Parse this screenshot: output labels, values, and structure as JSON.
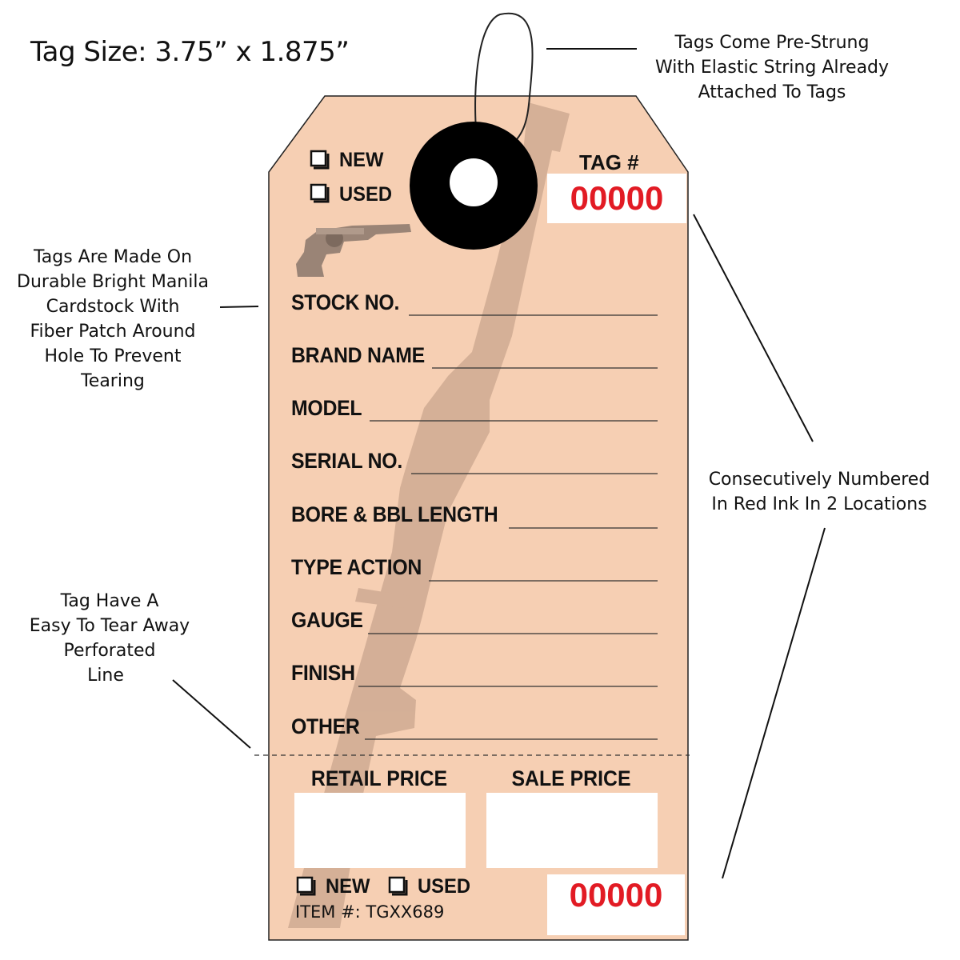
{
  "header": {
    "tag_size": "Tag Size: 3.75” x 1.875”"
  },
  "callouts": {
    "string": [
      "Tags Come Pre-Strung",
      "With Elastic String Already",
      "Attached To Tags"
    ],
    "cardstock": [
      "Tags Are Made On",
      "Durable Bright Manila",
      "Cardstock With",
      "Fiber Patch Around",
      "Hole To Prevent",
      "Tearing"
    ],
    "perforation": [
      "Tag Have A",
      "Easy To Tear Away",
      "Perforated",
      "Line"
    ],
    "numbering": [
      "Consecutively Numbered",
      "In Red Ink In 2 Locations"
    ]
  },
  "tag": {
    "checkbox_new": "NEW",
    "checkbox_used": "USED",
    "tag_number_label": "TAG #",
    "tag_number": "00000",
    "fields": [
      "STOCK NO.",
      "BRAND NAME",
      "MODEL",
      "SERIAL NO.",
      "BORE & BBL LENGTH",
      "TYPE ACTION",
      "GAUGE",
      "FINISH",
      "OTHER"
    ],
    "retail_price_label": "RETAIL PRICE",
    "sale_price_label": "SALE PRICE",
    "stub_checkbox_new": "NEW",
    "stub_checkbox_used": "USED",
    "item_number": "ITEM #: TGXX689",
    "stub_number": "00000"
  },
  "colors": {
    "tag_fill": "#f6cfb3",
    "reinforcement": "#000000",
    "number_red": "#e21b24",
    "silhouette": "#c9a58e"
  },
  "icons": [
    "revolver-icon",
    "rifle-silhouette-icon",
    "checkbox-icon",
    "reinforcement-ring-icon",
    "elastic-string-icon"
  ]
}
